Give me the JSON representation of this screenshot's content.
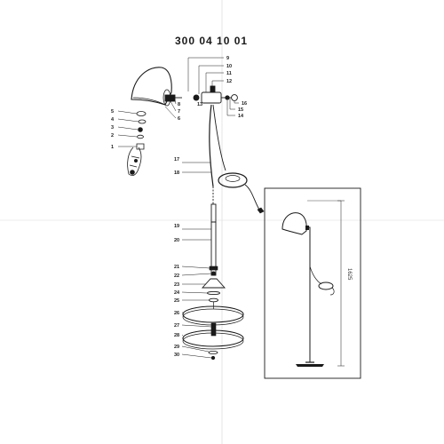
{
  "document": {
    "code": "300 04 10 01"
  },
  "dimension_label": "1625",
  "callouts": [
    {
      "id": "c1",
      "label": "1"
    },
    {
      "id": "c2",
      "label": "2"
    },
    {
      "id": "c3",
      "label": "3"
    },
    {
      "id": "c4",
      "label": "4"
    },
    {
      "id": "c5",
      "label": "5"
    },
    {
      "id": "c6",
      "label": "6"
    },
    {
      "id": "c7",
      "label": "7"
    },
    {
      "id": "c8",
      "label": "8"
    },
    {
      "id": "c9",
      "label": "9"
    },
    {
      "id": "c10",
      "label": "10"
    },
    {
      "id": "c11",
      "label": "11"
    },
    {
      "id": "c12",
      "label": "12"
    },
    {
      "id": "c13",
      "label": "13"
    },
    {
      "id": "c14",
      "label": "14"
    },
    {
      "id": "c15",
      "label": "15"
    },
    {
      "id": "c16",
      "label": "16"
    },
    {
      "id": "c17",
      "label": "17"
    },
    {
      "id": "c18",
      "label": "18"
    },
    {
      "id": "c19",
      "label": "19"
    },
    {
      "id": "c20",
      "label": "20"
    },
    {
      "id": "c21",
      "label": "21"
    },
    {
      "id": "c22",
      "label": "22"
    },
    {
      "id": "c23",
      "label": "23"
    },
    {
      "id": "c24",
      "label": "24"
    },
    {
      "id": "c25",
      "label": "25"
    },
    {
      "id": "c26",
      "label": "26"
    },
    {
      "id": "c27",
      "label": "27"
    },
    {
      "id": "c28",
      "label": "28"
    },
    {
      "id": "c29",
      "label": "29"
    },
    {
      "id": "c30",
      "label": "30"
    }
  ]
}
